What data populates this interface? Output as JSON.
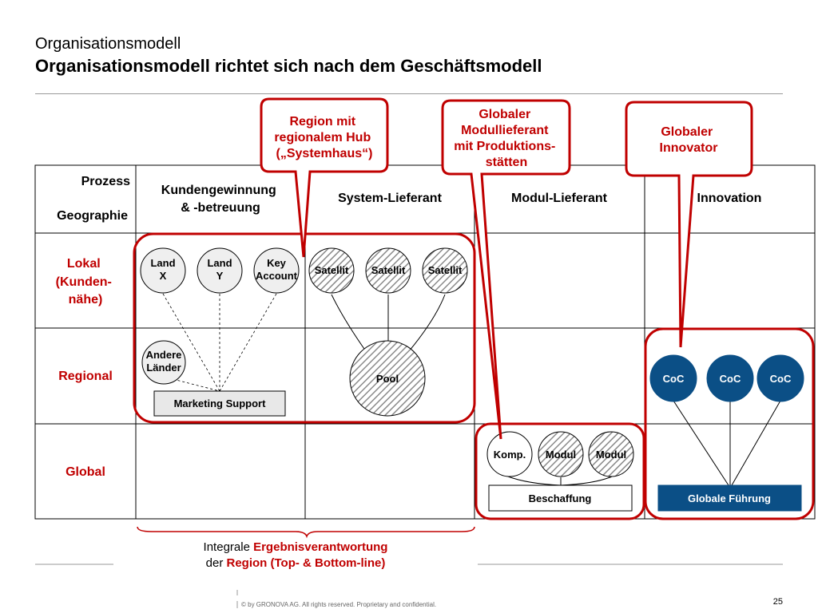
{
  "title": {
    "subtitle": "Organisationsmodell",
    "main": "Organisationsmodell richtet sich nach dem Geschäftsmodell"
  },
  "table": {
    "corner_top": "Prozess",
    "corner_bottom": "Geographie",
    "columns": [
      [
        "Kundengewinnung",
        "& -betreuung"
      ],
      [
        "System-Lieferant"
      ],
      [
        "Modul-Lieferant"
      ],
      [
        "Innovation"
      ]
    ],
    "rows": [
      [
        "Lokal",
        "(Kunden-",
        "nähe)"
      ],
      [
        "Regional"
      ],
      [
        "Global"
      ]
    ]
  },
  "callouts": [
    [
      "Region mit",
      "regionalem Hub",
      "(„Systemhaus“)"
    ],
    [
      "Globaler",
      "Modullieferant",
      "mit Produktions-",
      "stätten"
    ],
    [
      "Globaler",
      "Innovator"
    ]
  ],
  "nodes": {
    "land_x": [
      "Land",
      "X"
    ],
    "land_y": [
      "Land",
      "Y"
    ],
    "key_account": [
      "Key",
      "Account"
    ],
    "andere_laender": [
      "Andere",
      "Länder"
    ],
    "marketing_support": "Marketing Support",
    "satellite": "Satellit",
    "pool": "Pool",
    "komp": "Komp.",
    "modul": "Modul",
    "beschaffung": "Beschaffung",
    "coc": "CoC",
    "globale_fuehrung": "Globale Führung"
  },
  "bottom_note": {
    "line1_plain": "Integrale ",
    "line1_red": "Ergebnisverantwortung",
    "line2_plain": "der ",
    "line2_red": "Region (Top- & Bottom-line)"
  },
  "footer": {
    "copyright": "© by GRONOVA AG. All rights reserved. Proprietary and confidential.",
    "page_number": "25"
  },
  "colors": {
    "accent_red": "#c00000",
    "coc_blue": "#0b4f86",
    "grey_box": "#e8e8e8"
  }
}
